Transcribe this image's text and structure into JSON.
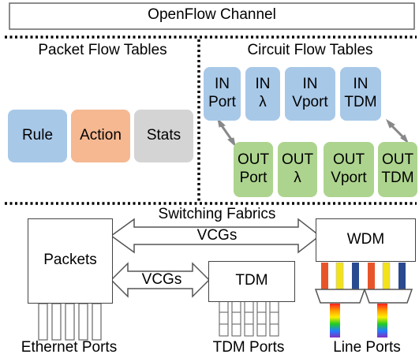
{
  "openflow": {
    "title": "OpenFlow Channel"
  },
  "packet_tables": {
    "title": "Packet Flow Tables",
    "boxes": [
      {
        "label": "Rule",
        "color": "#a8c8e8"
      },
      {
        "label": "Action",
        "color": "#f5b891"
      },
      {
        "label": "Stats",
        "color": "#d4d4d4"
      }
    ]
  },
  "circuit_tables": {
    "title": "Circuit Flow Tables",
    "in_boxes": [
      {
        "line1": "IN",
        "line2": "Port"
      },
      {
        "line1": "IN",
        "line2": "λ"
      },
      {
        "line1": "IN",
        "line2": "Vport"
      },
      {
        "line1": "IN",
        "line2": "TDM"
      }
    ],
    "out_boxes": [
      {
        "line1": "OUT",
        "line2": "Port"
      },
      {
        "line1": "OUT",
        "line2": "λ"
      },
      {
        "line1": "OUT",
        "line2": "Vport"
      },
      {
        "line1": "OUT",
        "line2": "TDM"
      }
    ]
  },
  "fabrics": {
    "title": "Switching Fabrics",
    "packets_label": "Packets",
    "wdm_label": "WDM",
    "tdm_label": "TDM",
    "vcg_top": "VCGs",
    "vcg_bottom": "VCGs"
  },
  "ports": {
    "ethernet": "Ethernet Ports",
    "tdm": "TDM Ports",
    "line": "Line Ports"
  },
  "colors": {
    "in_box": "#a8c8e8",
    "out_box": "#add48e",
    "wdm_red": "#e8542a",
    "wdm_yellow": "#f2e21a",
    "wdm_blue": "#2a4a90"
  }
}
